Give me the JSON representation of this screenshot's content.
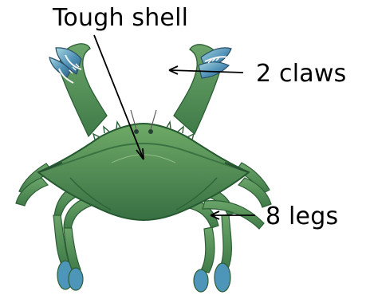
{
  "labels": {
    "shell": "Tough shell",
    "claws": "2 claws",
    "legs": "8 legs"
  },
  "colors": {
    "background": "#ffffff",
    "crab_green": "#4f8a4f",
    "crab_dark": "#2f6438",
    "crab_blue": "#4b8fc2",
    "text": "#000000"
  }
}
